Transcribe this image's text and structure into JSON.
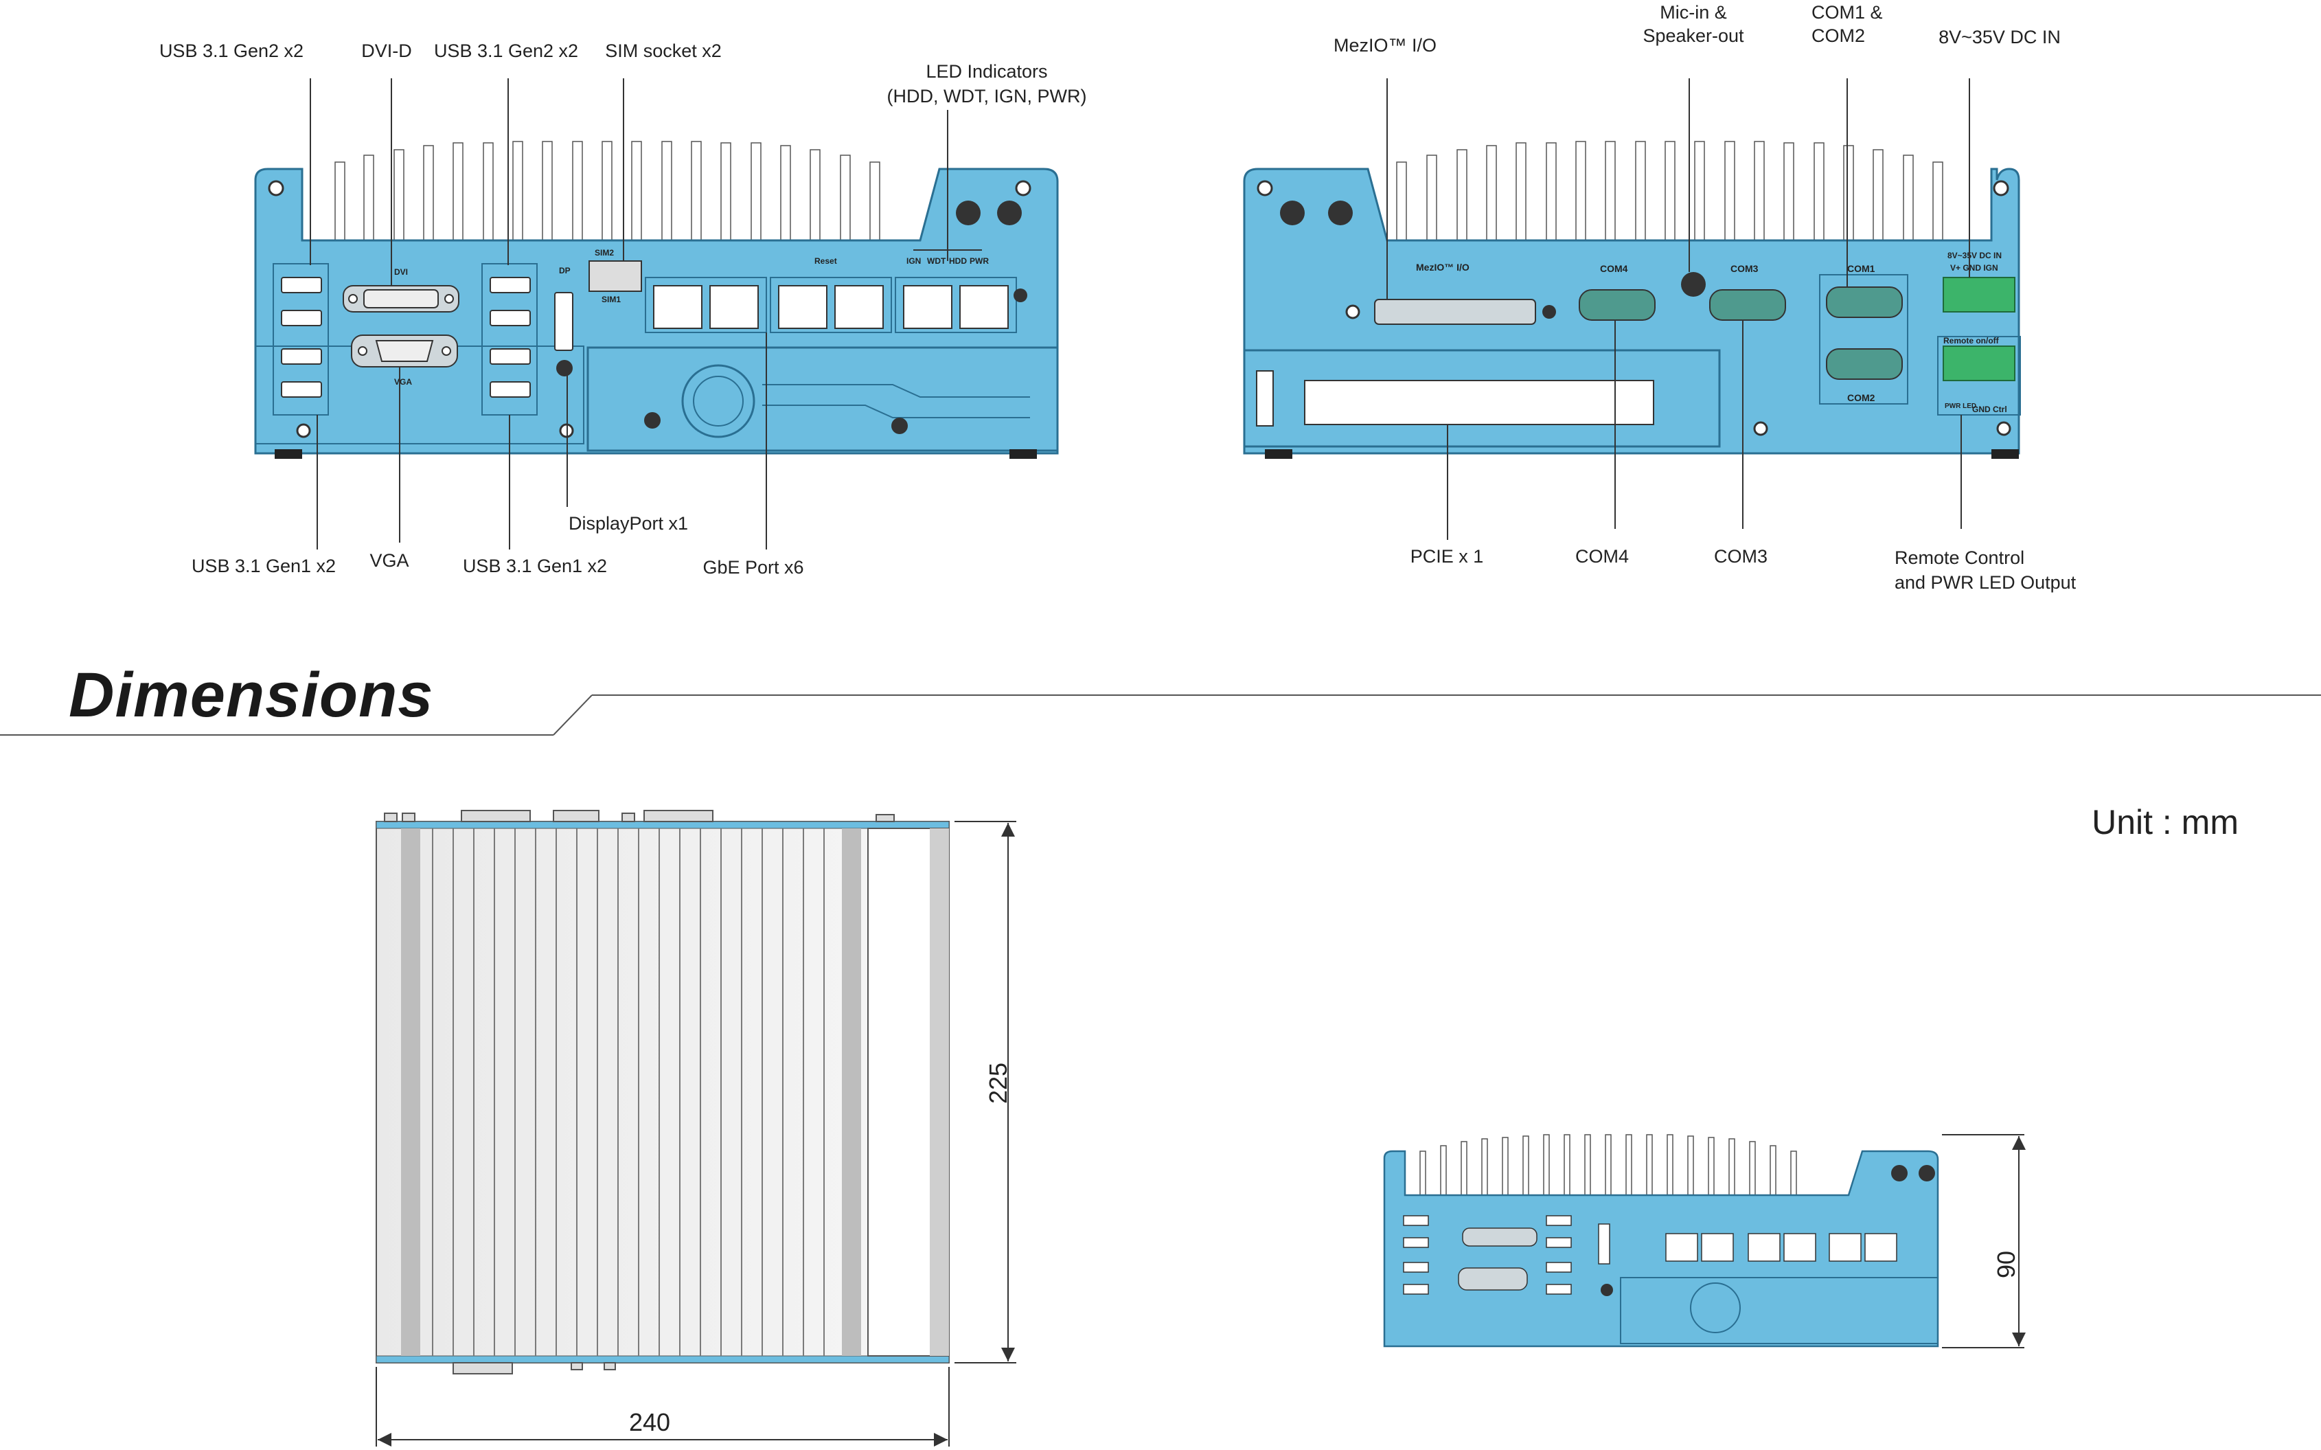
{
  "front_panel": {
    "callouts_top": {
      "usb31_gen2_left": "USB 3.1 Gen2 x2",
      "dvi_d": "DVI-D",
      "usb31_gen2_mid": "USB 3.1 Gen2 x2",
      "sim_socket": "SIM socket x2",
      "led_indicators_1": "LED Indicators",
      "led_indicators_2": "(HDD, WDT, IGN, PWR)"
    },
    "callouts_bottom": {
      "usb31_gen1_left": "USB 3.1 Gen1 x2",
      "vga": "VGA",
      "usb31_gen1_mid": "USB 3.1 Gen1 x2",
      "displayport": "DisplayPort x1",
      "gbe": "GbE Port x6"
    },
    "panel_text": {
      "dvi": "DVI",
      "vga": "VGA",
      "dp": "DP",
      "sim2": "SIM2",
      "sim1": "SIM1",
      "reset": "Reset",
      "ign": "IGN",
      "wdt": "WDT",
      "hdd": "HDD",
      "pwr": "PWR"
    }
  },
  "rear_panel": {
    "callouts_top": {
      "mezio": "MezIO™ I/O",
      "mic_1": "Mic-in &",
      "mic_2": "Speaker-out",
      "com12_1": "COM1 &",
      "com12_2": "COM2",
      "dcin": "8V~35V DC IN"
    },
    "callouts_bottom": {
      "pcie": "PCIE x 1",
      "com4": "COM4",
      "com3": "COM3",
      "remote_1": "Remote Control",
      "remote_2": "and PWR LED Output"
    },
    "panel_text": {
      "mezio": "MezIO™ I/O",
      "com4": "COM4",
      "com3": "COM3",
      "com1": "COM1",
      "com2": "COM2",
      "dcin": "8V~35V DC IN",
      "dcin_pins": "V+ GND IGN",
      "remote": "Remote on/off",
      "pwr_led": "PWR LED",
      "gnd_ctrl": "GND Ctrl"
    }
  },
  "dimensions": {
    "title": "Dimensions",
    "unit": "Unit : mm",
    "depth": "225",
    "width": "240",
    "height": "90"
  },
  "colors": {
    "chassis_blue": "#6cbde0",
    "chassis_edge": "#2a6f92",
    "terminal_green": "#3cb46a",
    "heatsink_grey": "#c8c8c8"
  }
}
